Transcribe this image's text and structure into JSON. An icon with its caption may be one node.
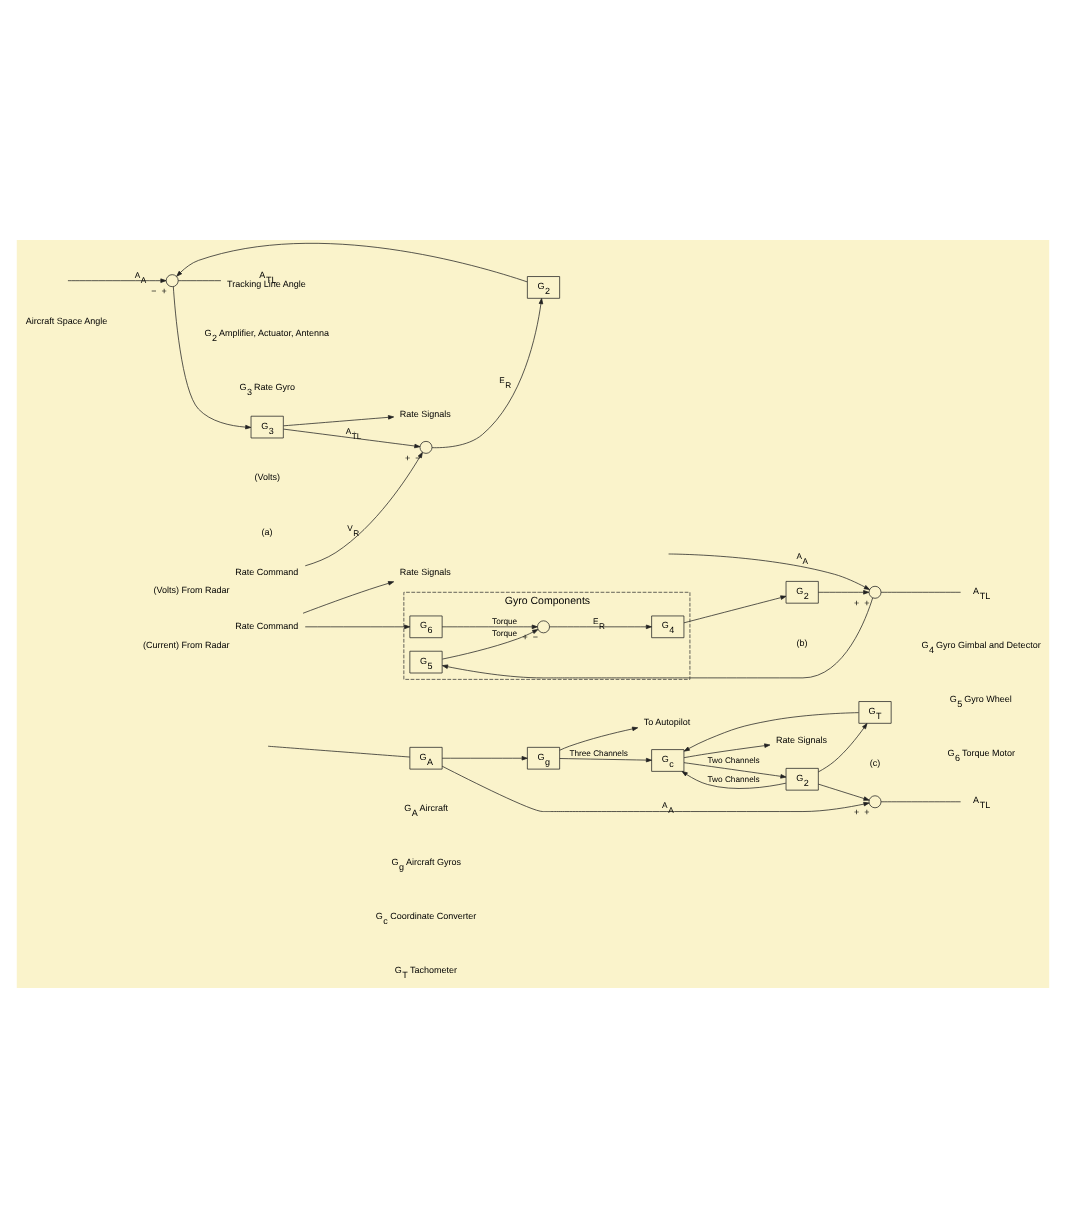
{
  "diagram": {
    "nodes": [
      {
        "text": [
          "Rate Command"
        ],
        "beside": [
          "(Volts) From Radar"
        ]
      },
      {
        "text": [],
        "shape": "circle",
        "beside": [
          "+",
          "−"
        ]
      },
      {
        "text": [
          "G$_{2}$"
        ]
      },
      {
        "text": [],
        "shape": "circle",
        "beside": [
          "−",
          "+"
        ]
      },
      {
        "text": [
          "A$_{TL}$",
          "Tracking Line Angle"
        ]
      },
      {
        "text": [
          "G$_{3}$"
        ]
      },
      {
        "text": [
          "Rate Signals"
        ]
      },
      {
        "text": [
          "Rate Command"
        ],
        "beside": [
          "(Current) From Radar"
        ]
      },
      {
        "text": [
          "Gyro Components"
        ]
      },
      {
        "text": [
          "G$_{6}$"
        ],
        "in": 8
      },
      {
        "text": [],
        "shape": "circle",
        "in": 8,
        "beside": [
          "+",
          "−"
        ]
      },
      {
        "text": [
          "G$_{4}$"
        ],
        "in": 8
      },
      {
        "text": [
          "G$_{5}$"
        ],
        "in": 8
      },
      {
        "text": [
          "G$_{2}$"
        ]
      },
      {
        "text": [],
        "shape": "circle",
        "beside": [
          "+",
          "+"
        ]
      },
      {
        "text": [
          "A$_{TL}$"
        ]
      },
      {
        "text": [
          "Rate Signals"
        ]
      },
      {
        "text": [
          "G$_{A}$"
        ]
      },
      {
        "text": [
          "G$_{g}$"
        ]
      },
      {
        "text": [
          "G$_{c}$"
        ]
      },
      {
        "text": [
          "G$_{2}$"
        ]
      },
      {
        "text": [],
        "shape": "circle",
        "beside": [
          "+",
          "+"
        ]
      },
      {
        "text": [
          "A$_{TL}$"
        ]
      },
      {
        "text": [
          "G$_{T}$"
        ]
      },
      {
        "text": [
          "Rate Signals"
        ]
      },
      {
        "text": [
          "To Autopilot"
        ]
      }
    ],
    "edges": [
      {
        "from": 0,
        "to": 1,
        "arrow": "to",
        "label": "V$_{R}$"
      },
      {
        "from": 1,
        "to": 2,
        "arrow": "to",
        "label": "E$_{R}$"
      },
      {
        "from": 2,
        "to": 3,
        "arrow": "to"
      },
      {
        "from": null,
        "to": 3,
        "arrow": "to",
        "label": "A$_{A}$"
      },
      {
        "from": 3,
        "to": 4,
        "arrow": "none"
      },
      {
        "from": 3,
        "to": 5,
        "arrow": "to"
      },
      {
        "from": 5,
        "to": 1,
        "arrow": "to",
        "label": "A$_{ṪL}$"
      },
      {
        "from": 5,
        "to": 6,
        "arrow": "to"
      },
      {
        "from": 7,
        "to": 9,
        "arrow": "to"
      },
      {
        "from": 7,
        "to": 16,
        "arrow": "to"
      },
      {
        "from": 9,
        "to": 10,
        "arrow": "to",
        "label": "Torque"
      },
      {
        "from": 10,
        "to": 11,
        "arrow": "to",
        "label": "E$_{R}$"
      },
      {
        "from": 11,
        "to": 13,
        "arrow": "to"
      },
      {
        "from": 13,
        "to": 14,
        "arrow": "to"
      },
      {
        "from": null,
        "to": 14,
        "arrow": "to",
        "label": "A$_{A}$"
      },
      {
        "from": 14,
        "to": 15,
        "arrow": "none"
      },
      {
        "from": 14,
        "to": 12,
        "arrow": "to"
      },
      {
        "from": 12,
        "to": 10,
        "arrow": "to",
        "label": "Torque"
      },
      {
        "from": null,
        "to": 17,
        "arrow": "none"
      },
      {
        "from": 17,
        "to": 18,
        "arrow": "to"
      },
      {
        "from": 17,
        "to": 21,
        "arrow": "to",
        "label": "A$_{A}$"
      },
      {
        "from": 18,
        "to": 19,
        "arrow": "to",
        "label": "Three Channels"
      },
      {
        "from": 18,
        "to": 25,
        "arrow": "to"
      },
      {
        "from": 19,
        "to": 20,
        "arrow": "to",
        "label": "Two Channels"
      },
      {
        "from": 19,
        "to": 24,
        "arrow": "to"
      },
      {
        "from": 20,
        "to": 21,
        "arrow": "to"
      },
      {
        "from": 21,
        "to": 22,
        "arrow": "none"
      },
      {
        "from": 20,
        "to": 23,
        "arrow": "to"
      },
      {
        "from": 23,
        "to": 19,
        "arrow": "to"
      },
      {
        "from": 20,
        "to": 19,
        "arrow": "to",
        "label": "Two Channels"
      }
    ],
    "labels": [
      "Aircraft Space Angle",
      "(Volts)",
      "G$_{2}$ Amplifier, Actuator, Antenna",
      "G$_{3}$ Rate Gyro",
      "(a)",
      "G$_{4}$ Gyro Gimbal and Detector",
      "G$_{5}$ Gyro Wheel",
      "G$_{6}$ Torque Motor",
      "(b)",
      "G$_{A}$ Aircraft",
      "G$_{g}$ Aircraft Gyros",
      "G$_{c}$ Coordinate Converter",
      "G$_{T}$ Tachometer",
      "(c)"
    ]
  }
}
